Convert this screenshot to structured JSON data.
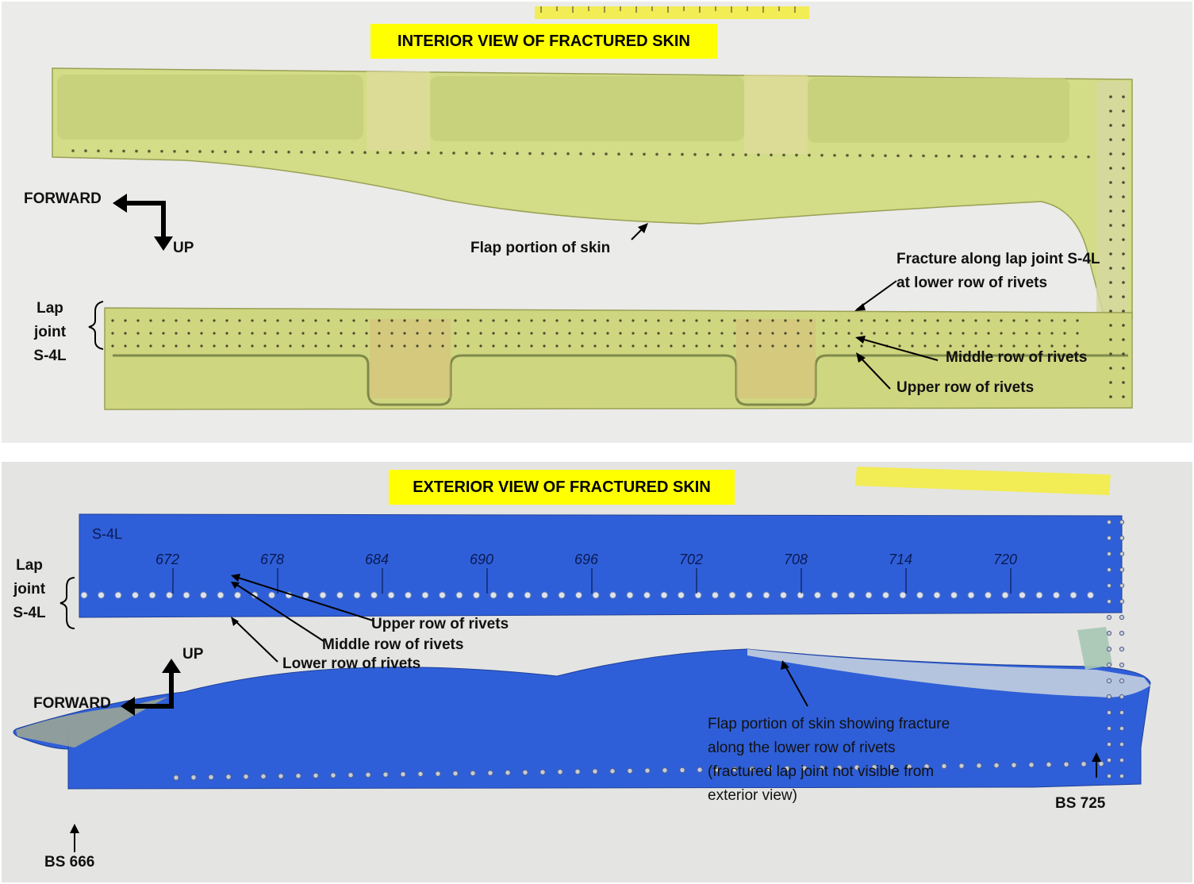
{
  "interior": {
    "banner": "INTERIOR VIEW OF FRACTURED SKIN",
    "forward": "FORWARD",
    "up": "UP",
    "lap_joint_lines": [
      "Lap",
      "joint",
      "S-4L"
    ],
    "flap_label": "Flap portion of skin",
    "fracture_label_lines": [
      "Fracture along lap joint S-4L",
      "at lower row of  rivets"
    ],
    "middle_row": "Middle row of rivets",
    "upper_row": "Upper row of rivets"
  },
  "exterior": {
    "banner": "EXTERIOR VIEW OF FRACTURED SKIN",
    "forward": "FORWARD",
    "up": "UP",
    "lap_joint_lines": [
      "Lap",
      "joint",
      "S-4L"
    ],
    "upper_row": "Upper row of rivets",
    "middle_row": "Middle row of rivets",
    "lower_row": "Lower row of rivets",
    "flap_label_lines": [
      "Flap portion of skin showing fracture",
      "along the lower row of  rivets",
      "(fractured lap joint not visible from",
      "exterior view)"
    ],
    "bs_725": "BS 725",
    "bs_666": "BS 666",
    "station_marks": [
      "672",
      "678",
      "684",
      "690",
      "696",
      "702",
      "708",
      "714",
      "720"
    ],
    "stringer_mark": "S-4L"
  },
  "colors": {
    "banner": "#ffff00",
    "interior_skin": "#d6de8a",
    "exterior_skin": "#2f5fd8"
  }
}
